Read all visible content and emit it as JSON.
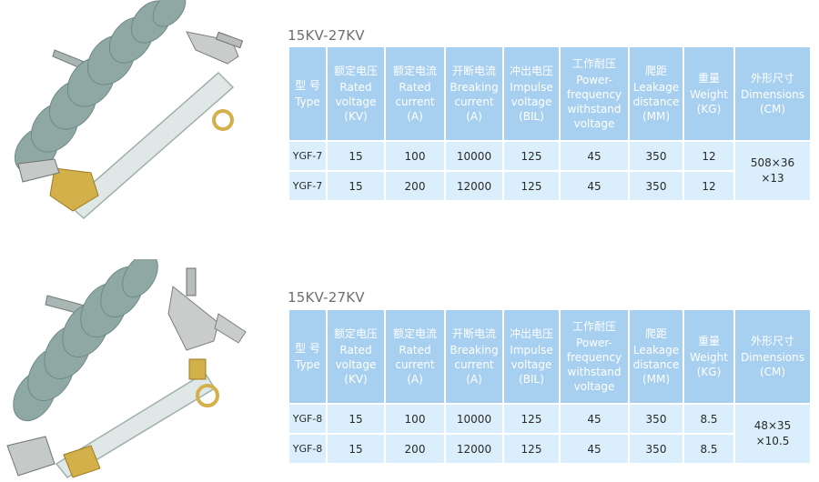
{
  "products": [
    {
      "heading": "15KV-27KV",
      "headers": [
        {
          "zh": "型 号",
          "en": "Type"
        },
        {
          "zh": "额定电压",
          "en": "Rated voltage (KV)"
        },
        {
          "zh": "额定电流",
          "en": "Rated current (A)"
        },
        {
          "zh": "开断电流",
          "en": "Breaking current (A)"
        },
        {
          "zh": "冲出电压",
          "en": "Impulse voltage (BIL)"
        },
        {
          "zh": "工作耐压",
          "en": "Power-frequency withstand voltage"
        },
        {
          "zh": "爬距",
          "en": "Leakage distance (MM)"
        },
        {
          "zh": "重量",
          "en": "Weight (KG)"
        },
        {
          "zh": "外形尺寸",
          "en": "Dimensions (CM)"
        }
      ],
      "rows": [
        {
          "type": "YGF-7",
          "voltage": "15",
          "current": "100",
          "breaking": "10000",
          "impulse": "125",
          "withstand": "45",
          "leakage": "350",
          "weight": "12"
        },
        {
          "type": "YGF-7",
          "voltage": "15",
          "current": "200",
          "breaking": "12000",
          "impulse": "125",
          "withstand": "45",
          "leakage": "350",
          "weight": "12"
        }
      ],
      "dimensions_line1": "508×36",
      "dimensions_line2": "×13",
      "photo_colors": {
        "porcelain": "#8fa8a4",
        "tube": "#d8e4e2",
        "brass": "#d4b04a"
      }
    },
    {
      "heading": "15KV-27KV",
      "headers": [
        {
          "zh": "型 号",
          "en": "Type"
        },
        {
          "zh": "额定电压",
          "en": "Rated voltage (KV)"
        },
        {
          "zh": "额定电流",
          "en": "Rated current (A)"
        },
        {
          "zh": "开断电流",
          "en": "Breaking current (A)"
        },
        {
          "zh": "冲出电压",
          "en": "Impulse voltage (BIL)"
        },
        {
          "zh": "工作耐压",
          "en": "Power-frequency withstand voltage"
        },
        {
          "zh": "爬距",
          "en": "Leakage distance (MM)"
        },
        {
          "zh": "重量",
          "en": "Weight (KG)"
        },
        {
          "zh": "外形尺寸",
          "en": "Dimensions (CM)"
        }
      ],
      "rows": [
        {
          "type": "YGF-8",
          "voltage": "15",
          "current": "100",
          "breaking": "10000",
          "impulse": "125",
          "withstand": "45",
          "leakage": "350",
          "weight": "8.5"
        },
        {
          "type": "YGF-8",
          "voltage": "15",
          "current": "200",
          "breaking": "12000",
          "impulse": "125",
          "withstand": "45",
          "leakage": "350",
          "weight": "8.5"
        }
      ],
      "dimensions_line1": "48×35",
      "dimensions_line2": "×10.5",
      "photo_colors": {
        "porcelain": "#8fa8a4",
        "tube": "#d8e4e2",
        "brass": "#d4b04a"
      }
    }
  ]
}
